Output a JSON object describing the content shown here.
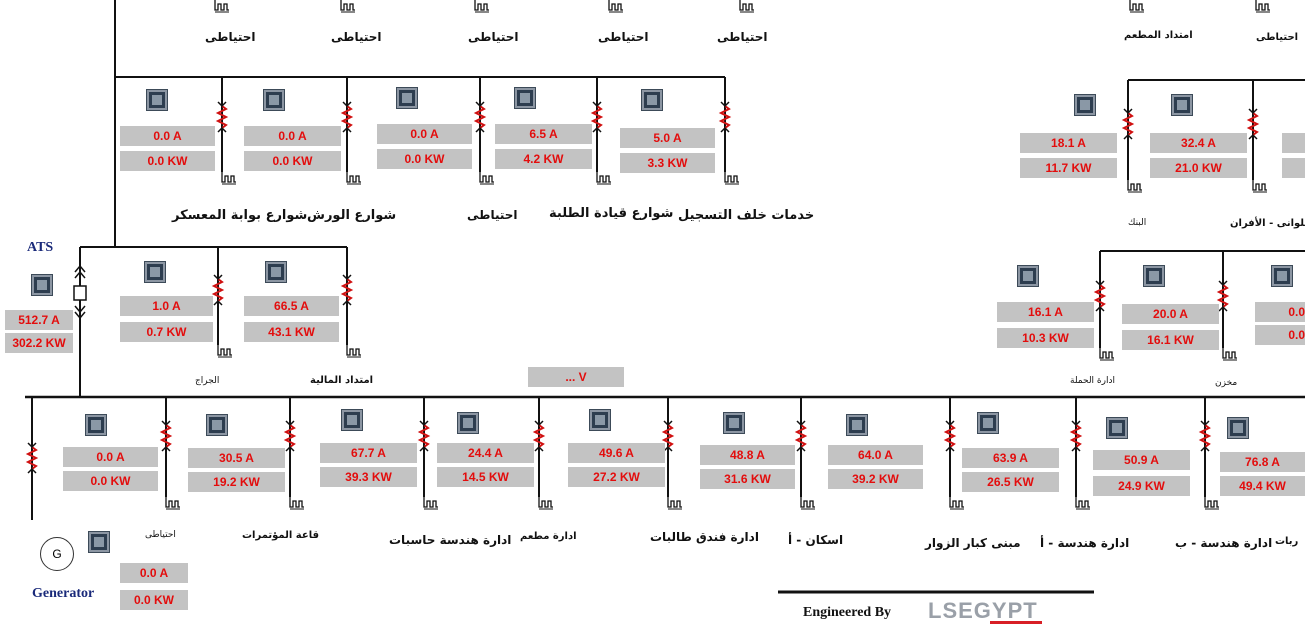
{
  "ats": {
    "label": "ATS",
    "current": "512.7 A",
    "power": "302.2 KW"
  },
  "generator": {
    "symbol": "G",
    "label": "Generator",
    "current": "0.0 A",
    "power": "0.0 KW"
  },
  "voltage_readout": "... V",
  "top_spares": [
    "احتياطى",
    "احتياطى",
    "احتياطى",
    "احتياطى",
    "احتياطى"
  ],
  "top_right_labels": [
    "امتداد المطعم",
    "احتياطى"
  ],
  "row1": [
    {
      "current": "0.0 A",
      "power": "0.0 KW",
      "label": "شوارع بوابة المعسكر"
    },
    {
      "current": "0.0 A",
      "power": "0.0 KW",
      "label": "شوارع الورش"
    },
    {
      "current": "0.0 A",
      "power": "0.0 KW",
      "label": "احتياطى"
    },
    {
      "current": "6.5 A",
      "power": "4.2 KW",
      "label": "شوارع قيادة الطلبة"
    },
    {
      "current": "5.0 A",
      "power": "3.3 KW",
      "label": "خدمات خلف التسجيل"
    }
  ],
  "right_row1": [
    {
      "current": "18.1 A",
      "power": "11.7 KW",
      "label": "البنك"
    },
    {
      "current": "32.4 A",
      "power": "21.0 KW",
      "label": "الحلوانى - الأفران"
    }
  ],
  "row2": [
    {
      "current": "1.0 A",
      "power": "0.7 KW",
      "label": "الجراج"
    },
    {
      "current": "66.5 A",
      "power": "43.1 KW",
      "label": "امتداد المالية"
    }
  ],
  "right_row2": [
    {
      "current": "16.1 A",
      "power": "10.3 KW",
      "label": "ادارة الحملة"
    },
    {
      "current": "20.0 A",
      "power": "16.1 KW",
      "label": "مخزن"
    },
    {
      "current": "0.0",
      "power": "0.0"
    }
  ],
  "row3": [
    {
      "current": "0.0 A",
      "power": "0.0 KW",
      "label": "احتياطى"
    },
    {
      "current": "30.5 A",
      "power": "19.2 KW",
      "label": "قاعة المؤتمرات"
    },
    {
      "current": "67.7 A",
      "power": "39.3 KW",
      "label": "ادارة هندسة حاسبات"
    },
    {
      "current": "24.4 A",
      "power": "14.5 KW",
      "label": "ادارة مطعم"
    },
    {
      "current": "49.6 A",
      "power": "27.2 KW",
      "label": "ادارة فندق طالبات"
    },
    {
      "current": "48.8 A",
      "power": "31.6 KW",
      "label": "اسكان - أ"
    },
    {
      "current": "64.0 A",
      "power": "39.2 KW",
      "label": "مبنى كبار الزوار"
    },
    {
      "current": "63.9 A",
      "power": "26.5 KW",
      "label": "ادارة هندسة - أ"
    },
    {
      "current": "50.9 A",
      "power": "24.9 KW",
      "label": "ادارة هندسة - ب"
    },
    {
      "current": "76.8 A",
      "power": "49.4 KW",
      "label": "ربات"
    }
  ],
  "footer": {
    "engineered_by": "Engineered By",
    "logo": "LSEGYPT"
  },
  "colors": {
    "reading_text": "#e30d0d",
    "reading_bg": "#c3c3c3",
    "title_blue": "#1a2a7a",
    "breaker_red": "#d01010"
  }
}
